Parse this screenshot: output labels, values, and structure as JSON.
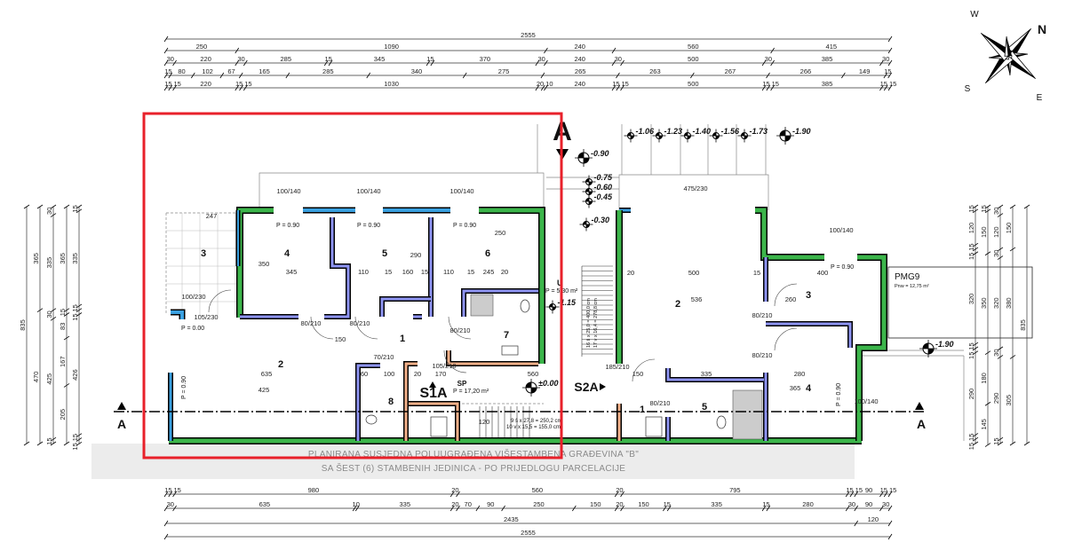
{
  "compass": {
    "n": "N",
    "w": "W",
    "s": "S",
    "e": "E"
  },
  "section": {
    "label": "A"
  },
  "dimensions": {
    "top": [
      [
        2555
      ],
      [
        250,
        1090,
        240,
        560,
        415
      ],
      [
        30,
        220,
        30,
        285,
        15,
        345,
        15,
        370,
        30,
        240,
        30,
        500,
        30,
        385,
        30
      ],
      [
        15,
        80,
        102,
        67,
        165,
        285,
        340,
        275,
        265,
        263,
        267,
        266,
        149,
        15
      ],
      [
        15,
        15,
        220,
        15,
        15,
        1030,
        20,
        10,
        240,
        15,
        15,
        500,
        15,
        15,
        385,
        15,
        15
      ]
    ],
    "bottom": [
      [
        15,
        15,
        980,
        20,
        560,
        20,
        795,
        15,
        15,
        90,
        15,
        15
      ],
      [
        30,
        635,
        10,
        335,
        20,
        70,
        90,
        250,
        150,
        20,
        150,
        15,
        335,
        15,
        280,
        30,
        90,
        30
      ],
      [
        2435,
        120
      ],
      [
        2555
      ]
    ],
    "left": [
      [
        835
      ],
      [
        365,
        470
      ],
      [
        30,
        335,
        30,
        425,
        15
      ],
      [
        365,
        15,
        83,
        167,
        205
      ],
      [
        15,
        335,
        15,
        15,
        426,
        15,
        15
      ]
    ],
    "right": [
      [
        15,
        120,
        15,
        15,
        320,
        15,
        15,
        290,
        15,
        15
      ],
      [
        15,
        150,
        350,
        180,
        145
      ],
      [
        30,
        120,
        30,
        320,
        30,
        290,
        15
      ],
      [
        150,
        380,
        305
      ],
      [
        835
      ]
    ]
  },
  "unit_s1a": {
    "label": "S1A",
    "sp_label": "SP",
    "area": "P = 17,20 m²",
    "rooms": [
      "1",
      "2",
      "3",
      "4",
      "5",
      "6",
      "7",
      "8"
    ],
    "window_levels": [
      "P = 0.90",
      "P = 0.90",
      "P = 0.90",
      "P = 0.00",
      "P = 0.90"
    ],
    "inner_dims": [
      "247",
      "345",
      "110",
      "15",
      "160",
      "15",
      "110",
      "15",
      "245",
      "20",
      "635",
      "60",
      "100",
      "20",
      "170",
      "560",
      "350",
      "425",
      "150",
      "290",
      "250",
      "120",
      "80/210",
      "80/210",
      "80/210",
      "105/230",
      "100/140",
      "100/140",
      "100/140",
      "100/230",
      "105/210",
      "70/210"
    ]
  },
  "unit_s2a": {
    "label": "S2A",
    "rooms": [
      "1",
      "2",
      "3",
      "4",
      "5"
    ],
    "window_levels": [
      "P = 0.90",
      "P = 0.90"
    ],
    "inner_dims": [
      "500",
      "20",
      "15",
      "400",
      "536",
      "260",
      "150",
      "335",
      "280",
      "365",
      "475/230",
      "100/140",
      "80/210",
      "80/210",
      "80/210",
      "185/210",
      "100/140"
    ]
  },
  "stair": {
    "u_label": "U",
    "u_area": "P = 5,30 m²",
    "spec1": "9 š x 27,8 = 250,2 cm",
    "spec2": "10 v x 15,5 = 155,0 cm",
    "spec3": "16 š x 25,0 = 400,0 cm",
    "spec4": "17 v x 16,4 = 278,8 cm"
  },
  "elevations": {
    "zero": "±0.00",
    "e090": "-0.90",
    "e075": "-0.75",
    "e060": "-0.60",
    "e045": "-0.45",
    "e030": "-0.30",
    "e115": "-1.15",
    "e106": "-1.06",
    "e123": "-1.23",
    "e140": "-1.40",
    "e156": "-1.56",
    "e173": "-1.73",
    "e190": "-1.90",
    "e190b": "-1.90"
  },
  "parking": {
    "label": "PMG9",
    "area": "Pnw = 12,75 m²"
  },
  "neighbor_note": {
    "line1": "PLANIRANA SUSJEDNA POLUUGRAĐENA VIŠESTAMBENA GRAĐEVINA \"B\"",
    "line2": "SA ŠEST (6) STAMBENIH JEDINICA - PO PRIJEDLOGU PARCELACIJE"
  },
  "colors": {
    "wall_outline": "#000000",
    "insulation_green": "#3bb54a",
    "window_blue": "#3aa0e0",
    "inner_wall": "#8e94f2",
    "new_wall": "#f2b089",
    "highlight_red": "#e8202a",
    "band_gray": "#ececec"
  }
}
